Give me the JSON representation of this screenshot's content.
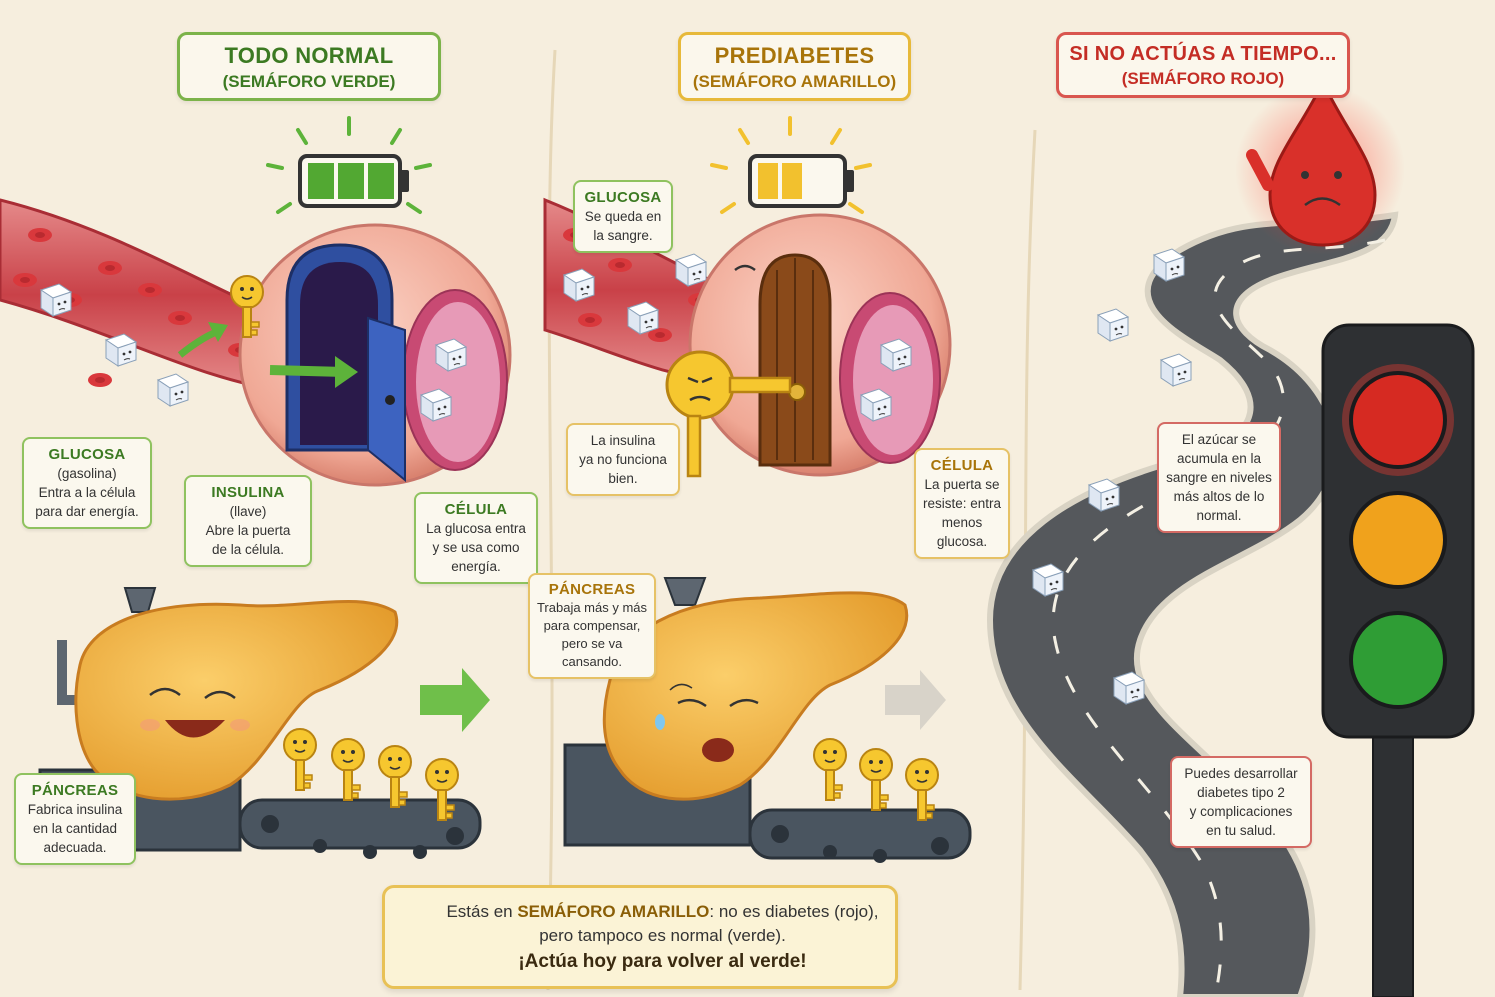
{
  "panels": {
    "normal": {
      "title": "TODO NORMAL",
      "subtitle": "(SEMÁFORO VERDE)"
    },
    "prediabetes": {
      "title": "PREDIABETES",
      "subtitle": "(SEMÁFORO AMARILLO)"
    },
    "danger": {
      "title": "SI NO ACTÚAS A TIEMPO...",
      "subtitle": "(SEMÁFORO ROJO)"
    }
  },
  "labels": {
    "glucosa_normal": {
      "heading": "GLUCOSA",
      "lines": [
        "(gasolina)",
        "Entra a la célula",
        "para dar energía."
      ]
    },
    "insulina_normal": {
      "heading": "INSULINA",
      "lines": [
        "(llave)",
        "Abre la puerta",
        "de la célula."
      ]
    },
    "celula_normal": {
      "heading": "CÉLULA",
      "lines": [
        "La glucosa entra",
        "y se usa como",
        "energía."
      ]
    },
    "pancreas_normal": {
      "heading": "PÁNCREAS",
      "lines": [
        "Fabrica insulina",
        "en la cantidad",
        "adecuada."
      ]
    },
    "glucosa_pre": {
      "heading": "GLUCOSA",
      "lines": [
        "Se queda en",
        "la sangre."
      ]
    },
    "insulina_pre": {
      "lines": [
        "La insulina",
        "ya no funciona",
        "bien."
      ]
    },
    "celula_pre": {
      "heading": "CÉLULA",
      "lines": [
        "La puerta se",
        "resiste: entra",
        "menos glucosa."
      ]
    },
    "pancreas_pre": {
      "heading": "PÁNCREAS",
      "lines": [
        "Trabaja más y más",
        "para compensar,",
        "pero se va",
        "cansando."
      ]
    },
    "azucar_rojo": {
      "lines": [
        "El azúcar se",
        "acumula en la",
        "sangre en niveles",
        "más altos de lo",
        "normal."
      ]
    },
    "diabetes_rojo": {
      "lines": [
        "Puedes desarrollar",
        "diabetes tipo 2",
        "y complicaciones",
        "en tu salud."
      ]
    }
  },
  "warning": {
    "prefix": "Estás en ",
    "highlight": "SEMÁFORO AMARILLO",
    "rest": ": no es diabetes (rojo),",
    "line2": "pero tampoco es normal (verde).",
    "cta": "¡Actúa hoy para volver al verde!"
  },
  "colors": {
    "green": "#5db33a",
    "yellow": "#f2c12e",
    "red": "#e0352b",
    "cell": "#f4b7a8",
    "pancreas": "#f2b23e",
    "key": "#f6c72f",
    "road": "#55585c",
    "vessel": "#c9424a"
  },
  "icons": [
    "battery-full-icon",
    "battery-half-icon",
    "key-icon",
    "sugar-cube-icon",
    "door-icon",
    "arrow-icon",
    "traffic-light-icon",
    "warning-icon",
    "blood-drop-icon",
    "pancreas-icon",
    "conveyor-belt-icon"
  ]
}
